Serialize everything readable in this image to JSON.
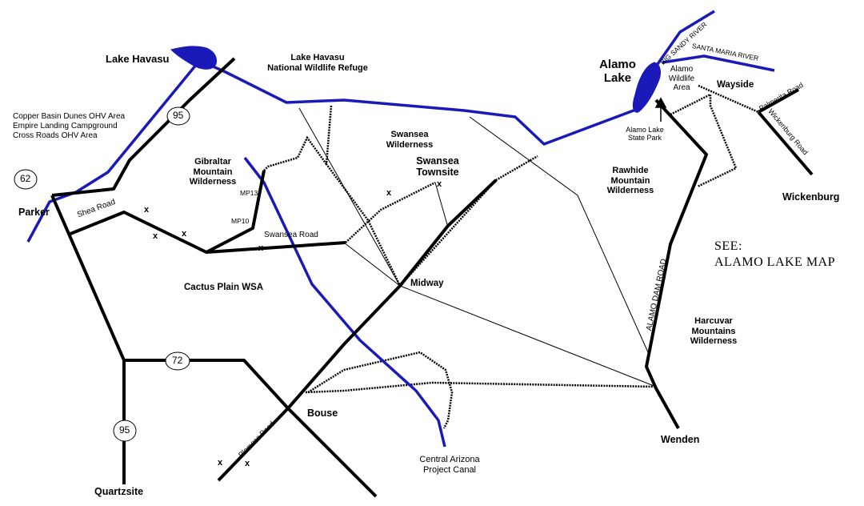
{
  "map": {
    "places": {
      "lake_havasu": "Lake Havasu",
      "refuge_line1": "Lake Havasu",
      "refuge_line2": "National Wildlife Refuge",
      "copper_basin": "Copper Basin Dunes OHV Area",
      "empire_landing": "Empire Landing Campground",
      "cross_roads": "Cross Roads OHV Area",
      "parker": "Parker",
      "gibraltar_1": "Gibraltar",
      "gibraltar_2": "Mountain",
      "gibraltar_3": "Wilderness",
      "swansea_wild_1": "Swansea",
      "swansea_wild_2": "Wilderness",
      "swansea_town_1": "Swansea",
      "swansea_town_2": "Townsite",
      "cactus_plain": "Cactus Plain WSA",
      "midway": "Midway",
      "bouse": "Bouse",
      "quartzsite": "Quartzsite",
      "canal_1": "Central Arizona",
      "canal_2": "Project Canal",
      "alamo_lake_1": "Alamo",
      "alamo_lake_2": "Lake",
      "alamo_wildlife_1": "Alamo",
      "alamo_wildlife_2": "Wildlife",
      "alamo_wildlife_3": "Area",
      "alamo_park_1": "Alamo Lake",
      "alamo_park_2": "State Park",
      "wayside": "Wayside",
      "wickenburg": "Wickenburg",
      "rawhide_1": "Rawhide",
      "rawhide_2": "Mountain",
      "rawhide_3": "Wilderness",
      "harcuvar_1": "Harcuvar",
      "harcuvar_2": "Mountains",
      "harcuvar_3": "Wilderness",
      "wenden": "Wenden"
    },
    "roads": {
      "shea": "Shea Road",
      "swansea": "Swansea Road",
      "plomosa": "Plomosa Road",
      "alamo_dam": "ALAMO DAM ROAD",
      "palmerita": "Palmerita Road",
      "wickenburg": "Wickenburg Road"
    },
    "rivers": {
      "big_sandy": "BIG SANDY RIVER",
      "santa_maria": "SANTA MARIA RIVER"
    },
    "mileposts": {
      "mp13": "MP13",
      "mp10": "MP10"
    },
    "marker": "x",
    "highways": {
      "hw95_north": "95",
      "hw62": "62",
      "hw72": "72",
      "hw95_south": "95"
    },
    "see_note_1": "SEE:",
    "see_note_2": "ALAMO LAKE MAP",
    "colors": {
      "water": "#1a1ab8",
      "road": "#000000"
    }
  }
}
